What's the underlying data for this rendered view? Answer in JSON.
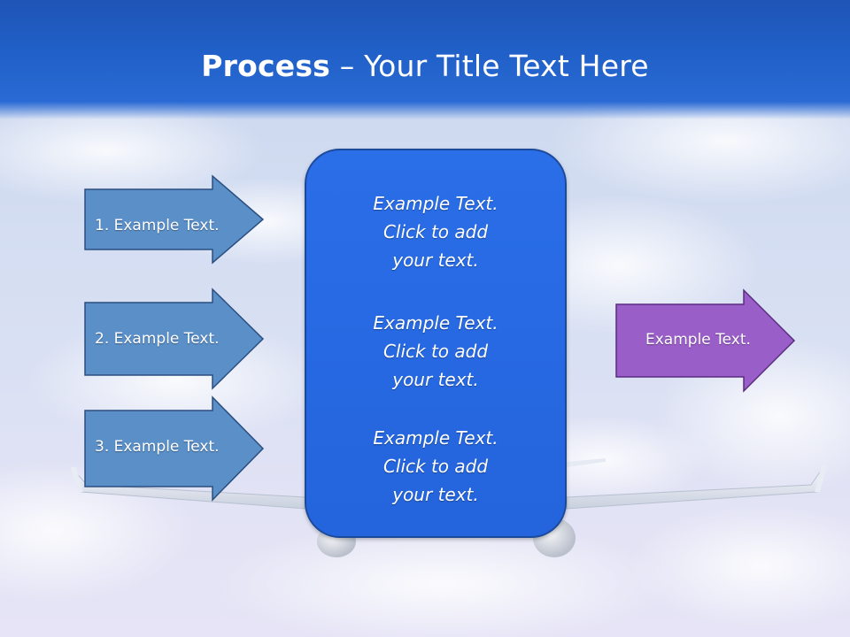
{
  "slide": {
    "title_bold": "Process",
    "title_rest": " – Your Title Text Here"
  },
  "input_arrows": [
    {
      "label": "1. Example Text."
    },
    {
      "label": "2. Example Text."
    },
    {
      "label": "3. Example Text."
    }
  ],
  "center_box": {
    "blocks": [
      {
        "lines": [
          "Example Text.",
          "Click  to add",
          "your text."
        ]
      },
      {
        "lines": [
          "Example Text.",
          "Click  to add",
          "your text."
        ]
      },
      {
        "lines": [
          "Example Text.",
          "Click  to add",
          "your text."
        ]
      }
    ]
  },
  "output_arrow": {
    "label": "Example Text."
  },
  "colors": {
    "title_band": "#2060c8",
    "input_arrow_fill": "#5b8fc8",
    "input_arrow_stroke": "#2a4f80",
    "center_fill": "#2869e2",
    "center_stroke": "#1c4a9a",
    "output_arrow_fill": "#9a5ec8",
    "output_arrow_stroke": "#5a2c80"
  }
}
